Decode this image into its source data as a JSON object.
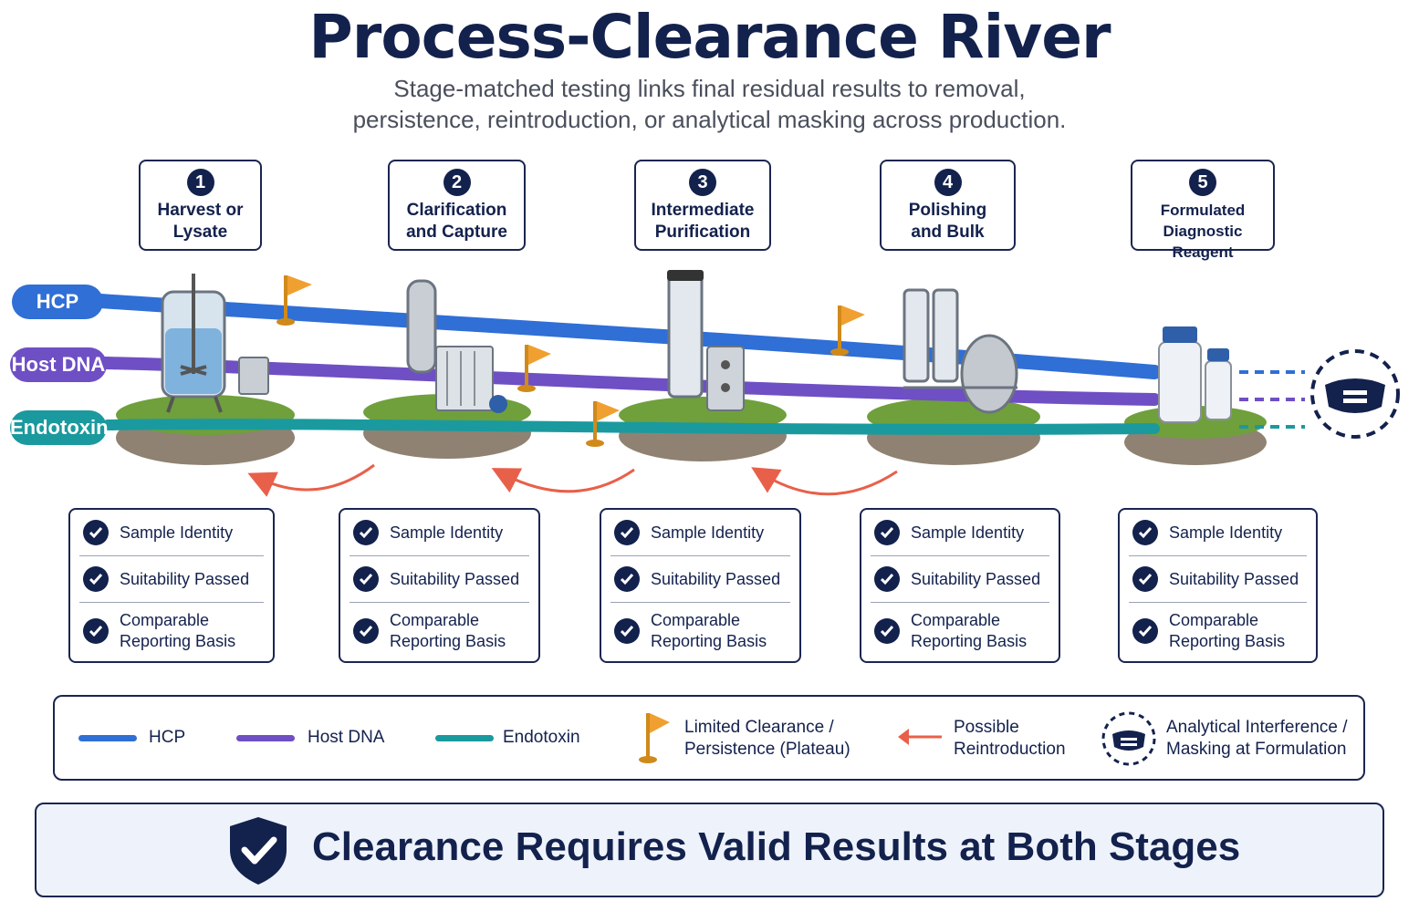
{
  "title": "Process-Clearance River",
  "subtitle_line1": "Stage-matched testing links final residual results to removal,",
  "subtitle_line2": "persistence, reintroduction, or analytical masking across production.",
  "stages": [
    {
      "number": "1",
      "line1": "Harvest or",
      "line2": "Lysate"
    },
    {
      "number": "2",
      "line1": "Clarification",
      "line2": "and Capture"
    },
    {
      "number": "3",
      "line1": "Intermediate",
      "line2": "Purification"
    },
    {
      "number": "4",
      "line1": "Polishing",
      "line2": "and Bulk"
    },
    {
      "number": "5",
      "line1": "Formulated",
      "line2": "Diagnostic Reagent"
    }
  ],
  "streams": [
    {
      "label": "HCP",
      "color": "#2f6fd6"
    },
    {
      "label": "Host DNA",
      "color": "#6f4fc4"
    },
    {
      "label": "Endotoxin",
      "color": "#1a9a9e"
    }
  ],
  "checklist": {
    "item1": "Sample Identity",
    "item2": "Suitability Passed",
    "item3_line1": "Comparable",
    "item3_line2": "Reporting Basis"
  },
  "legend": {
    "hcp": "HCP",
    "dna": "Host DNA",
    "endotoxin": "Endotoxin",
    "flag_line1": "Limited Clearance /",
    "flag_line2": "Persistence (Plateau)",
    "arrow_line1": "Possible",
    "arrow_line2": "Reintroduction",
    "mask_line1": "Analytical Interference /",
    "mask_line2": "Masking at Formulation"
  },
  "banner": "Clearance Requires Valid Results at Both Stages",
  "colors": {
    "navy": "#13214d",
    "flag": "#f0a030",
    "reintroduction": "#e8604a"
  }
}
